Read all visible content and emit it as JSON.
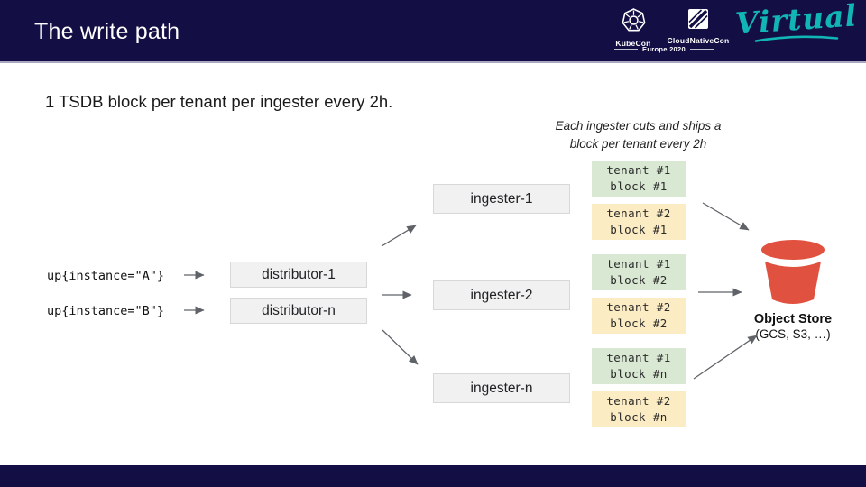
{
  "header": {
    "title": "The write path",
    "bg_color": "#130f45",
    "logos": {
      "kubecon_label": "KubeCon",
      "cloudnativecon_label": "CloudNativeCon",
      "event_label": "Europe 2020",
      "virtual_label": "Virtual",
      "virtual_color": "#12b5b5"
    }
  },
  "headline": "1 TSDB block per tenant per ingester every 2h.",
  "annotation": {
    "line1": "Each ingester cuts and ships a",
    "line2": "block per tenant every 2h"
  },
  "inputs": [
    "up{instance=\"A\"}",
    "up{instance=\"B\"}"
  ],
  "distributors": [
    "distributor-1",
    "distributor-n"
  ],
  "ingesters": [
    "ingester-1",
    "ingester-2",
    "ingester-n"
  ],
  "blocks": [
    {
      "line1": "tenant #1",
      "line2": "block #1",
      "color": "#d9e8d3"
    },
    {
      "line1": "tenant #2",
      "line2": "block #1",
      "color": "#fcecc3"
    },
    {
      "line1": "tenant #1",
      "line2": "block #2",
      "color": "#d9e8d3"
    },
    {
      "line1": "tenant #2",
      "line2": "block #2",
      "color": "#fcecc3"
    },
    {
      "line1": "tenant #1",
      "line2": "block #n",
      "color": "#d9e8d3"
    },
    {
      "line1": "tenant #2",
      "line2": "block #n",
      "color": "#fcecc3"
    }
  ],
  "object_store": {
    "title": "Object Store",
    "subtitle": "(GCS, S3, …)",
    "bucket_color": "#e0523f"
  },
  "icons": {
    "kubecon": "helm-wheel-icon",
    "cloudnativecon": "cnc-logo-icon",
    "bucket": "bucket-icon"
  },
  "colors": {
    "bar_navy": "#130f45",
    "node_gray": "#f1f1f1",
    "node_border": "#d8d8d8",
    "arrow_gray": "#5f6368",
    "green_block": "#d9e8d3",
    "yellow_block": "#fcecc3",
    "bucket_red": "#e0523f",
    "teal": "#12b5b5"
  }
}
